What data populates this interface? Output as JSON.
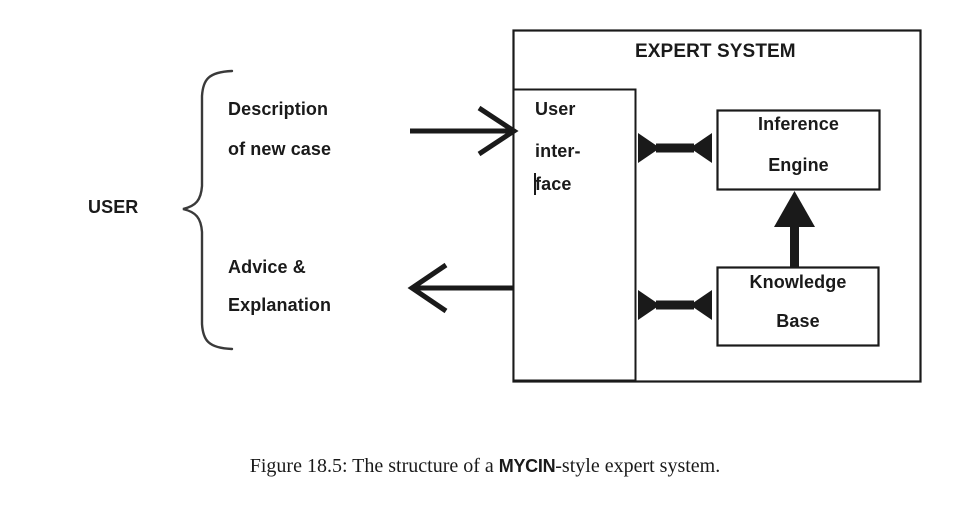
{
  "figure": {
    "caption_prefix": "Figure 18.5:  The structure of a ",
    "caption_mono": "MYCIN",
    "caption_suffix": "-style expert system."
  },
  "diagram": {
    "type": "block-diagram",
    "user_side": {
      "actor_label": "USER",
      "brace": "curly-brace-right",
      "flows": [
        {
          "label_lines": [
            "Description",
            "of new case"
          ],
          "direction": "into-system",
          "arrow": "arrow-right"
        },
        {
          "label_lines": [
            "Advice &",
            "Explanation"
          ],
          "direction": "out-of-system",
          "arrow": "arrow-left"
        }
      ]
    },
    "system": {
      "title": "EXPERT SYSTEM",
      "components": [
        {
          "id": "user-interface",
          "label_lines": [
            "User",
            "inter-",
            "face"
          ]
        },
        {
          "id": "inference-engine",
          "label_lines": [
            "Inference",
            "Engine"
          ]
        },
        {
          "id": "knowledge-base",
          "label_lines": [
            "Knowledge",
            "Base"
          ]
        }
      ],
      "connections": [
        {
          "from": "user-interface",
          "to": "inference-engine",
          "style": "double-arrow-horizontal"
        },
        {
          "from": "user-interface",
          "to": "knowledge-base",
          "style": "double-arrow-horizontal"
        },
        {
          "from": "knowledge-base",
          "to": "inference-engine",
          "style": "arrow-up"
        }
      ]
    },
    "colors": {
      "stroke": "#1a1a1a",
      "fill": "#ffffff",
      "text": "#1a1a1a"
    }
  }
}
